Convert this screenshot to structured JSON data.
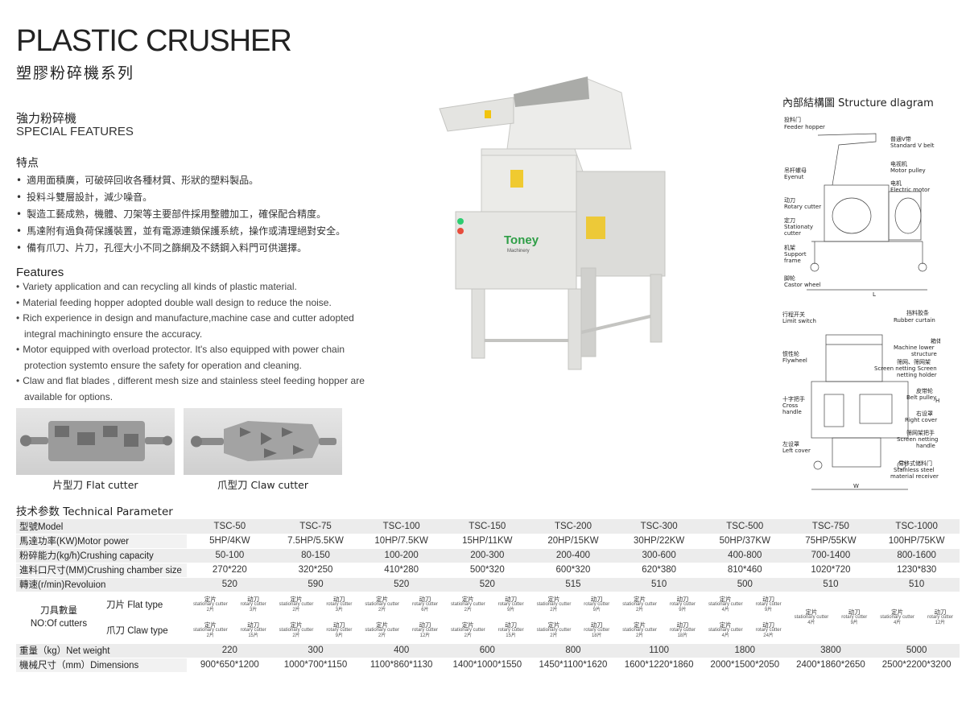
{
  "header": {
    "title": "PLASTIC CRUSHER",
    "subtitle_cn": "塑膠粉碎機系列"
  },
  "special_features": {
    "cn": "強力粉碎機",
    "en": "SPECIAL FEATURES"
  },
  "features_cn": {
    "title": "特点",
    "items": [
      "適用面積廣，可破碎回收各種材質、形狀的塑料製品。",
      "投料斗雙層設計，減少噪音。",
      "製造工藝成熟，機體、刀架等主要部件採用整體加工，確保配合精度。",
      "馬達附有過負荷保護裝置，並有電源連鎖保護系統，操作或清理絕對安全。",
      "備有爪刀、片刀，孔徑大小不同之篩網及不銹鋼入料門可供選擇。"
    ]
  },
  "features_en": {
    "title": "Features",
    "items": [
      "Variety application and can recycling all kinds of plastic material.",
      "Material feeding hopper adopted double wall design to reduce the noise.",
      "Rich experience in design and manufacture,machine case and cutter adopted integral machiningto ensure the accuracy.",
      "Motor equipped with overload protector. It's also equipped with power chain protection systemto ensure the safety for operation and cleaning.",
      "Claw and flat blades , different mesh size and stainless steel feeding hopper are available for options."
    ]
  },
  "cutters": {
    "flat_label": "片型刀 Flat cutter",
    "claw_label": "爪型刀 Claw cutter"
  },
  "machine": {
    "brand": "Toney",
    "brand_sub": "Machinery"
  },
  "structure_diagram": {
    "title": "內部結構圖 Structure dlagram",
    "labels": {
      "feeder_hopper_cn": "投料门",
      "feeder_hopper_en": "Feeder hopper",
      "v_belt_cn": "普通V带",
      "v_belt_en": "Standard V belt",
      "motor_pulley_cn": "电视机",
      "motor_pulley_en": "Motor pulley",
      "eyenut_cn": "吊杆螺母",
      "eyenut_en": "Eyenut",
      "electric_motor_cn": "电机",
      "electric_motor_en": "Electric motor",
      "rotary_cutter_cn": "动刀",
      "rotary_cutter_en": "Rotary cutter",
      "stationary_cutter_cn": "定刀",
      "stationary_cutter_en1": "Stationaty",
      "stationary_cutter_en2": "cutter",
      "support_frame_cn": "机架",
      "support_frame_en1": "Support",
      "support_frame_en2": "frame",
      "castor_wheel_cn": "脚轮",
      "castor_wheel_en": "Castor wheel",
      "dim_l": "L",
      "limit_switch_cn": "行程开关",
      "limit_switch_en": "Limit switch",
      "rubber_curtain_cn": "挡料胶条",
      "rubber_curtain_en": "Rubber curtain",
      "lower_structure_cn": "箱体",
      "lower_structure_en1": "Machine lower",
      "lower_structure_en2": "structure",
      "flywheel_cn": "惯性轮",
      "flywheel_en": "Flywheel",
      "screen_holder_cn": "筛网、筛网架",
      "screen_holder_en1": "Screen netting Screen",
      "screen_holder_en2": "netting holder",
      "belt_pulley_cn": "皮带轮",
      "belt_pulley_en": "Belt pulley",
      "cross_handle_cn": "十字把手",
      "cross_handle_en1": "Cross",
      "cross_handle_en2": "handle",
      "right_cover_cn": "右设罩",
      "right_cover_en": "Right cover",
      "screen_handle_cn": "筛网架把手",
      "screen_handle_en1": "Screen netting",
      "screen_handle_en2": "handle",
      "left_cover_cn": "左设罩",
      "left_cover_en": "Left cover",
      "receiver_cn": "易移式储料门",
      "receiver_en1": "Stainless steel",
      "receiver_en2": "material receiver",
      "dim_w": "W",
      "dim_h": "H"
    }
  },
  "technical_parameter": {
    "title": "技术参数 Technical Parameter",
    "models_label": "型號Model",
    "models": [
      "TSC-50",
      "TSC-75",
      "TSC-100",
      "TSC-150",
      "TSC-200",
      "TSC-300",
      "TSC-500",
      "TSC-750",
      "TSC-1000"
    ],
    "rows": [
      {
        "label": "馬達功率(KW)Motor power",
        "values": [
          "5HP/4KW",
          "7.5HP/5.5KW",
          "10HP/7.5KW",
          "15HP/11KW",
          "20HP/15KW",
          "30HP/22KW",
          "50HP/37KW",
          "75HP/55KW",
          "100HP/75KW"
        ]
      },
      {
        "label": "粉碎能力(kg/h)Crushing capacity",
        "values": [
          "50-100",
          "80-150",
          "100-200",
          "200-300",
          "200-400",
          "300-600",
          "400-800",
          "700-1400",
          "800-1600"
        ]
      },
      {
        "label": "進料口尺寸(MM)Crushing chamber size",
        "values": [
          "270*220",
          "320*250",
          "410*280",
          "500*320",
          "600*320",
          "620*380",
          "810*460",
          "1020*720",
          "1230*830"
        ]
      },
      {
        "label": "轉速(r/min)Revoluion",
        "values": [
          "520",
          "590",
          "520",
          "520",
          "515",
          "510",
          "500",
          "510",
          "510"
        ]
      }
    ],
    "cutters": {
      "label_cn": "刀具數量",
      "label_en": "NO:Of cutters",
      "flat_type": "刀片 Flat type",
      "claw_type": "爪刀 Claw type",
      "stationary_cn": "定片",
      "stationary_en": "stationary cutter",
      "rotary_cn": "动刀",
      "rotary_en": "rotary cutter",
      "flat": [
        [
          "2片",
          "3片"
        ],
        [
          "2片",
          "3片"
        ],
        [
          "2片",
          "6片"
        ],
        [
          "2片",
          "9片"
        ],
        [
          "2片",
          "9片"
        ],
        [
          "2片",
          "9片"
        ],
        [
          "4片",
          "9片"
        ]
      ],
      "claw": [
        [
          "2片",
          "15片"
        ],
        [
          "2片",
          "9片"
        ],
        [
          "2片",
          "12片"
        ],
        [
          "2片",
          "15片"
        ],
        [
          "2片",
          "18片"
        ],
        [
          "2片",
          "18片"
        ],
        [
          "4片",
          "24片"
        ]
      ],
      "shared": [
        [
          "4片",
          "9片"
        ],
        [
          "4片",
          "12片"
        ]
      ]
    },
    "rows_bottom": [
      {
        "label": "重量（kg）Net weight",
        "values": [
          "220",
          "300",
          "400",
          "600",
          "800",
          "1100",
          "1800",
          "3800",
          "5000"
        ]
      },
      {
        "label": "機械尺寸（mm）Dimensions",
        "values": [
          "900*650*1200",
          "1000*700*1150",
          "1100*860*1130",
          "1400*1000*1550",
          "1450*1100*1620",
          "1600*1220*1860",
          "2000*1500*2050",
          "2400*1860*2650",
          "2500*2200*3200"
        ]
      }
    ]
  }
}
